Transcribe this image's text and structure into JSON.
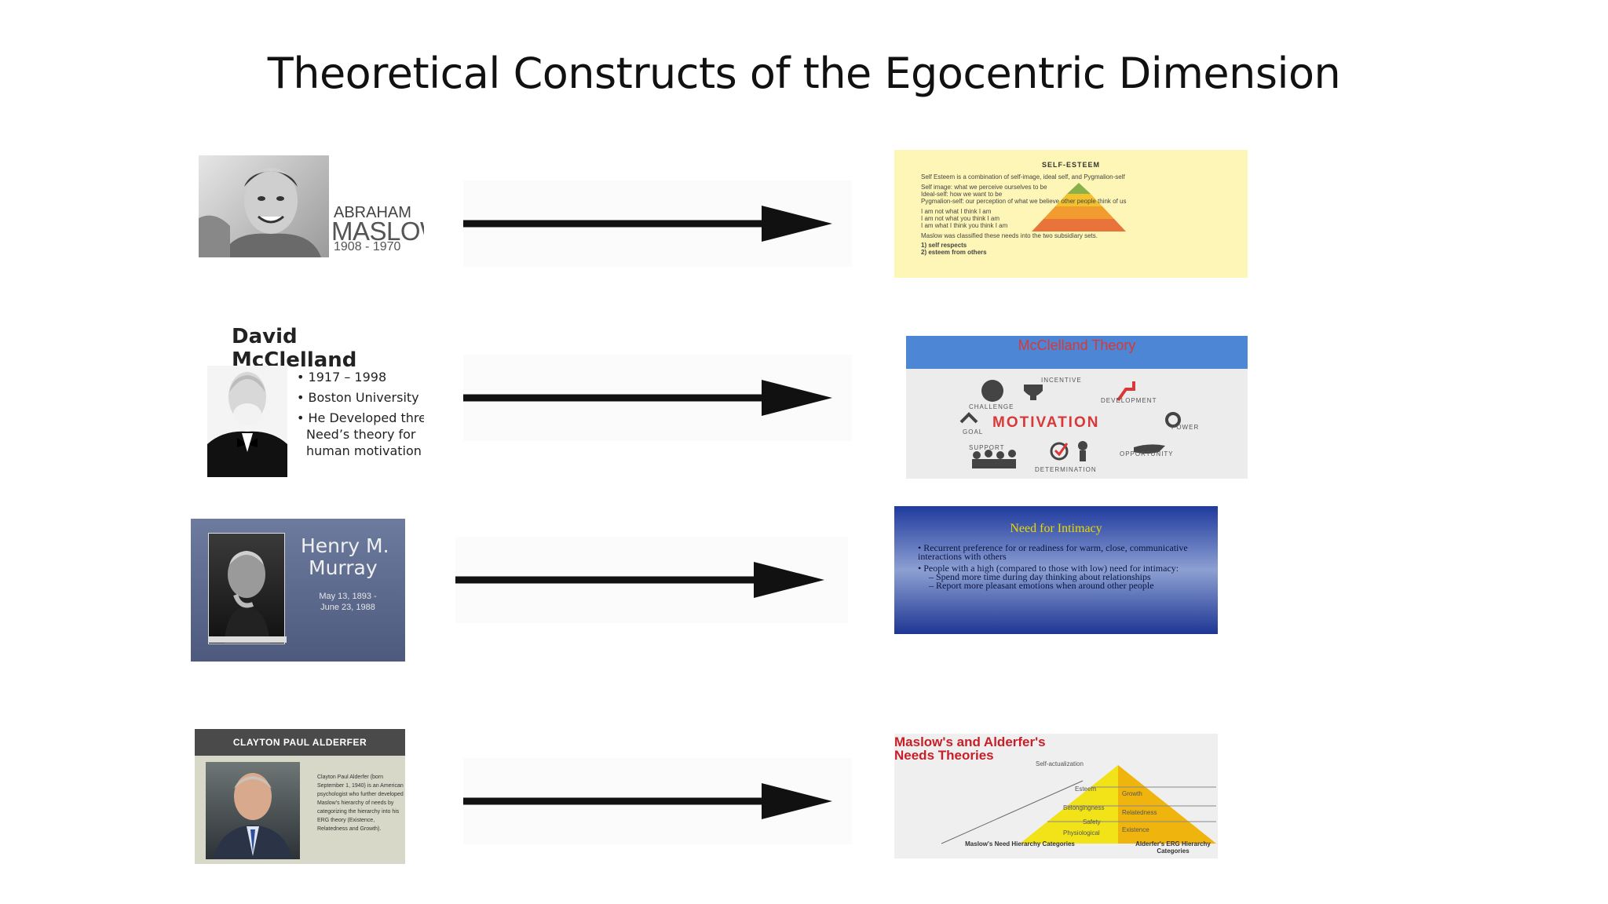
{
  "title": "Theoretical Constructs of the Egocentric Dimension",
  "maslow": {
    "first": "ABRAHAM",
    "last": "MASLOW",
    "years": "1908 - 1970"
  },
  "mcclelland": {
    "name": "David McClelland",
    "bullets": [
      "• 1917 – 1998",
      "• Boston University",
      "• He Developed three",
      "  Need’s theory for",
      "  human motivation"
    ]
  },
  "murray": {
    "first": "Henry M.",
    "last": "Murray",
    "dates": "May 13, 1893 - June 23, 1988"
  },
  "alderfer": {
    "header": "CLAYTON PAUL ALDERFER",
    "text": "Clayton Paul Alderfer (born September 1, 1940) is an American psychologist who further developed Maslow's hierarchy of needs by categorizing the hierarchy into his ERG theory (Existence, Relatedness and Growth)."
  },
  "self_esteem": {
    "title": "SELF-ESTEEM",
    "lines": [
      "Self Esteem is a combination of self-image, ideal self, and Pygmalion-self",
      "Self image: what we perceive ourselves to be",
      "Ideal-self: how we want to be",
      "Pygmalion-self: our perception of what we believe other people think of us",
      "I am not what I think I am",
      "I am not what you think I am",
      "I am what I think you think I am",
      "Maslow was classified these needs into the two subsidiary sets.",
      "1)  self respects",
      "2)  esteem from others"
    ]
  },
  "mcclelland_theory": {
    "title": "McClelland Theory",
    "center": "MOTIVATION",
    "words": [
      "INCENTIVE",
      "DEVELOPMENT",
      "CHALLENGE",
      "GOAL",
      "POWER",
      "SUPPORT",
      "OPPORTUNITY",
      "DETERMINATION"
    ]
  },
  "intimacy": {
    "title": "Need for Intimacy",
    "lines": [
      "• Recurrent preference for or readiness for warm, close, communicative interactions with others",
      "• People with a high (compared to those with low) need for intimacy:",
      "  – Spend more time during day thinking about relationships",
      "  – Report more pleasant emotions when around other people"
    ]
  },
  "maslow_alderfer": {
    "title1": "Maslow's and Alderfer's",
    "title2": "Needs Theories",
    "left_caption": "Maslow's Need Hierarchy Categories",
    "right_caption": "Alderfer's ERG Hierarchy Categories",
    "levels": [
      "Self-actualization",
      "Esteem",
      "Belongingness",
      "Safety",
      "Physiological"
    ],
    "erg": [
      "Growth",
      "Relatedness",
      "Existence"
    ]
  },
  "colors": {
    "arrow": "#111111",
    "title_red": "#d83838",
    "intimacy_yellow": "#e9d800"
  }
}
